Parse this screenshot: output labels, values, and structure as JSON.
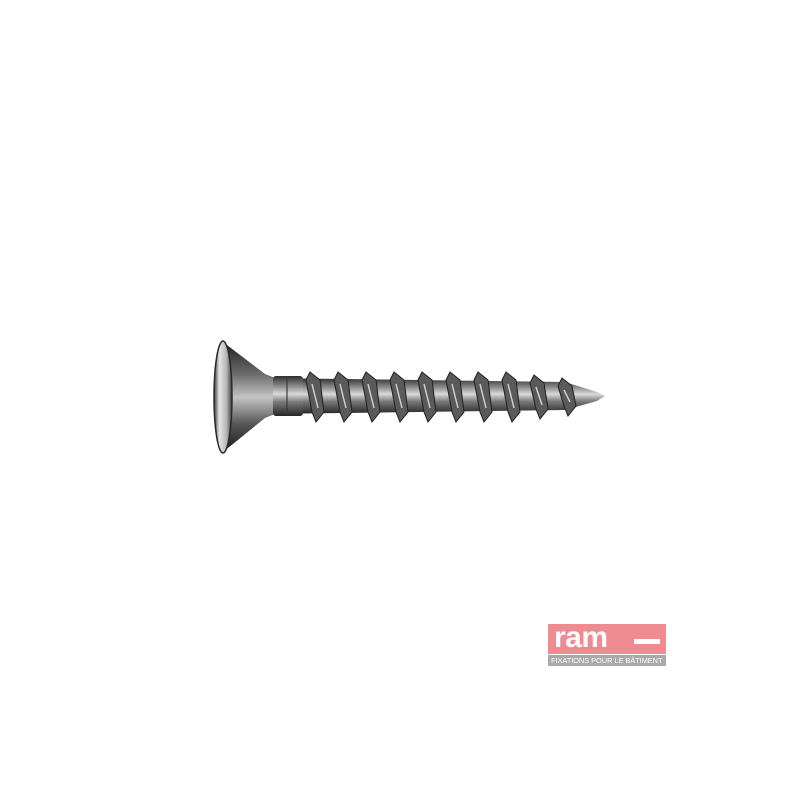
{
  "image": {
    "subject": "screw-photo",
    "background_color": "#ffffff"
  },
  "logo": {
    "brand": "ram",
    "tagline": "FIXATIONS POUR LE BÂTIMENT",
    "brand_color": "#ef8c92",
    "tagline_bg_color": "#a9a9a9"
  }
}
